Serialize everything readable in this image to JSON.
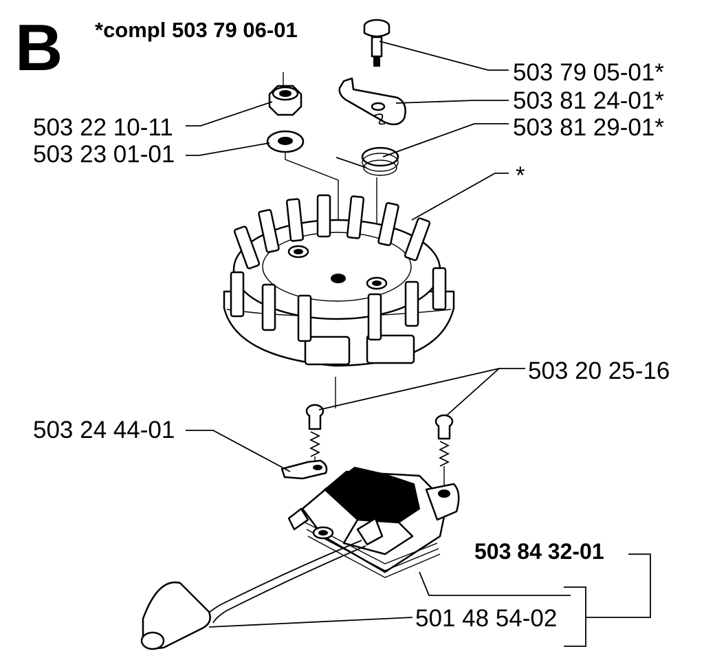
{
  "section_letter": "B",
  "assembly_note": "*compl 503 79 06-01",
  "parts": {
    "pivot_pin": "503 79 05-01*",
    "pawl": "503 81 24-01*",
    "pawl_spring": "503 81 29-01*",
    "nut": "503 22 10-11",
    "washer": "503 23 01-01",
    "flywheel": "*",
    "coil_screws": "503 20 25-16",
    "ground_terminal": "503 24 44-01",
    "ignition_module": "503 84 32-01",
    "spark_plug_cap": "501 48 54-02"
  }
}
